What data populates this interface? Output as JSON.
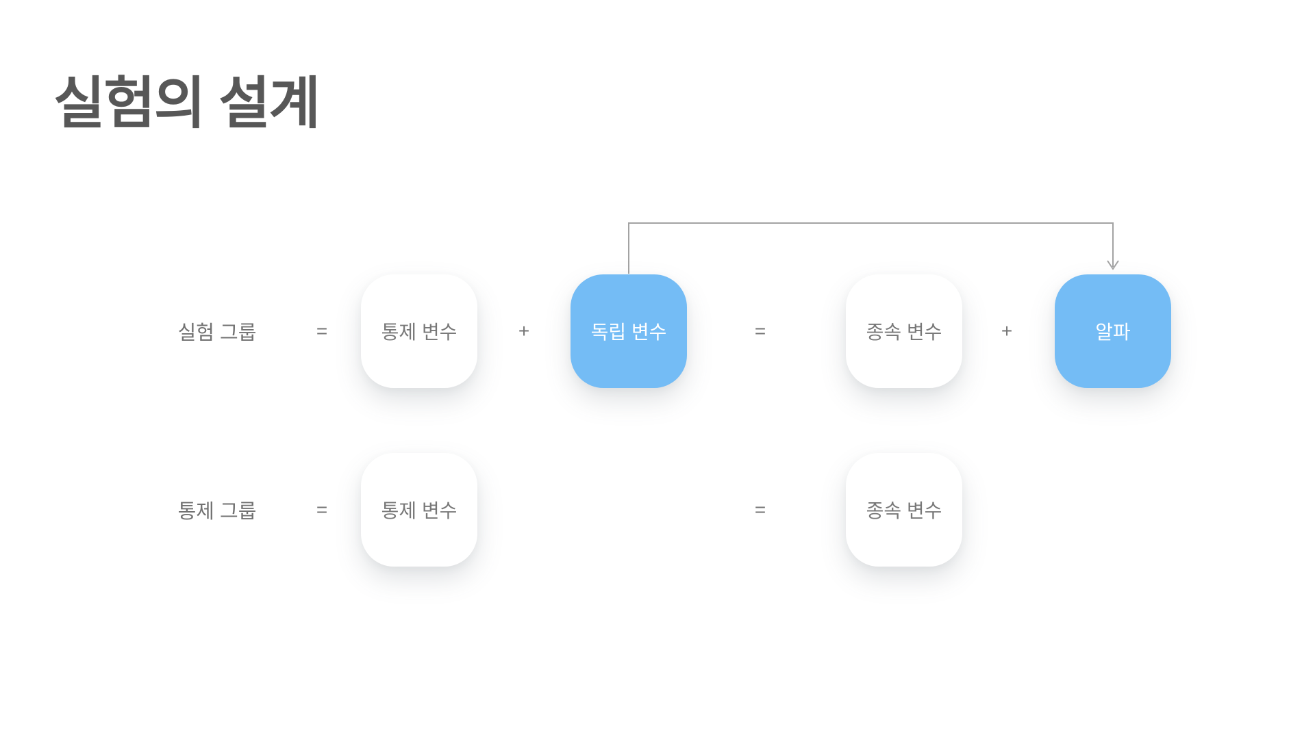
{
  "slide": {
    "title": "실험의 설계",
    "background": "#ffffff"
  },
  "colors": {
    "title_text": "#575757",
    "label_text": "#717171",
    "operator_text": "#757575",
    "white_box_bg": "#ffffff",
    "white_box_text": "#787878",
    "blue_box_bg": "#74bcf5",
    "blue_box_text": "#ffffff",
    "connector": "#a3a3a3"
  },
  "diagram": {
    "rows": [
      {
        "label": "실험 그룹",
        "equation": [
          {
            "kind": "operator",
            "text": "="
          },
          {
            "kind": "box",
            "style": "white",
            "text": "통제 변수"
          },
          {
            "kind": "operator",
            "text": "+"
          },
          {
            "kind": "box",
            "style": "blue",
            "text": "독립 변수"
          },
          {
            "kind": "operator",
            "text": "="
          },
          {
            "kind": "box",
            "style": "white",
            "text": "종속 변수"
          },
          {
            "kind": "operator",
            "text": "+"
          },
          {
            "kind": "box",
            "style": "blue",
            "text": "알파"
          }
        ]
      },
      {
        "label": "통제 그룹",
        "equation": [
          {
            "kind": "operator",
            "text": "="
          },
          {
            "kind": "box",
            "style": "white",
            "text": "통제 변수"
          },
          {
            "kind": "operator",
            "text": "="
          },
          {
            "kind": "box",
            "style": "white",
            "text": "종속 변수"
          }
        ]
      }
    ],
    "connector": {
      "from": "독립 변수",
      "to": "알파",
      "shape": "up-over-down-arrow"
    }
  }
}
